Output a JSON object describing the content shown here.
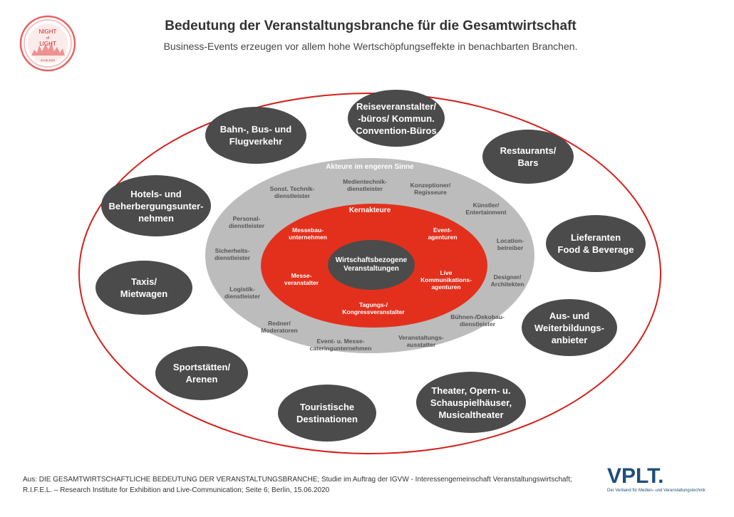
{
  "logo": {
    "line1": "NIGHT",
    "line2": "of",
    "line3": "LIGHT",
    "date": "22.06.2020"
  },
  "header": {
    "title": "Bedeutung der Veranstaltungsbranche für die Gesamtwirtschaft",
    "subtitle": "Business-Events erzeugen vor allem hohe Wertschöpfungseffekte in benachbarten Branchen."
  },
  "diagram": {
    "center": "Wirtschaftsbezogene\nVeranstaltungen",
    "kern": {
      "title": "Kernakteure",
      "items": [
        "Messebau-\nunternehmen",
        "Event-\nagenturen",
        "Messe-\nveranstalter",
        "Live\nKommunikations-\nagenturen",
        "Tagungs-/\nKongressveranstalter"
      ]
    },
    "engere": {
      "title": "Akteure im engeren Sinne",
      "items": [
        "Medientechnik-\ndienstleister",
        "Konzeptioner/\nRegisseure",
        "Künstler/\nEntertainment",
        "Location-\nbetreiber",
        "Designer/\nArchitekten",
        "Bühnen-/Dekobau-\ndienstleister",
        "Veranstaltungs-\nausstatter",
        "Event- u. Messe-\ncateringunternehmen",
        "Redner/\nModeratoren",
        "Logistik-\ndienstleister",
        "Sicherheits-\ndienstleister",
        "Personal-\ndienstleister",
        "Sonst. Technik-\ndienstleister"
      ]
    },
    "outer": [
      "Reiseveranstalter/\n-büros/ Kommun.\nConvention-Büros",
      "Restaurants/\nBars",
      "Lieferanten\nFood & Beverage",
      "Aus- und\nWeiterbildungs-\nanbieter",
      "Theater, Opern- u.\nSchauspielhäuser,\nMusicaltheater",
      "Touristische\nDestinationen",
      "Sportstätten/\nArenen",
      "Taxis/\nMietwagen",
      "Hotels- und\nBeherbergungsunter-\nnehmen",
      "Bahn-, Bus- und\nFlugverkehr"
    ]
  },
  "footer": {
    "source_line1": "Aus: DIE GESAMTWIRTSCHAFTLICHE BEDEUTUNG DER VERANSTALTUNGSBRANCHE; Studie im Auftrag der IGVW - Interessengemeinschaft Veranstaltungswirtschaft;",
    "source_line2": "R.I.F.E.L. – Research Institute for Exhibition and Live-Communication; Seite 6; Berlin, 15.06.2020",
    "logo_text": "VPLT.",
    "logo_tagline": "Der Verband für Medien- und Veranstaltungstechnik"
  },
  "colors": {
    "red": "#e3301c",
    "grey": "#bdbcbc",
    "dark": "#4b4b4b",
    "blue": "#1f4e79"
  }
}
